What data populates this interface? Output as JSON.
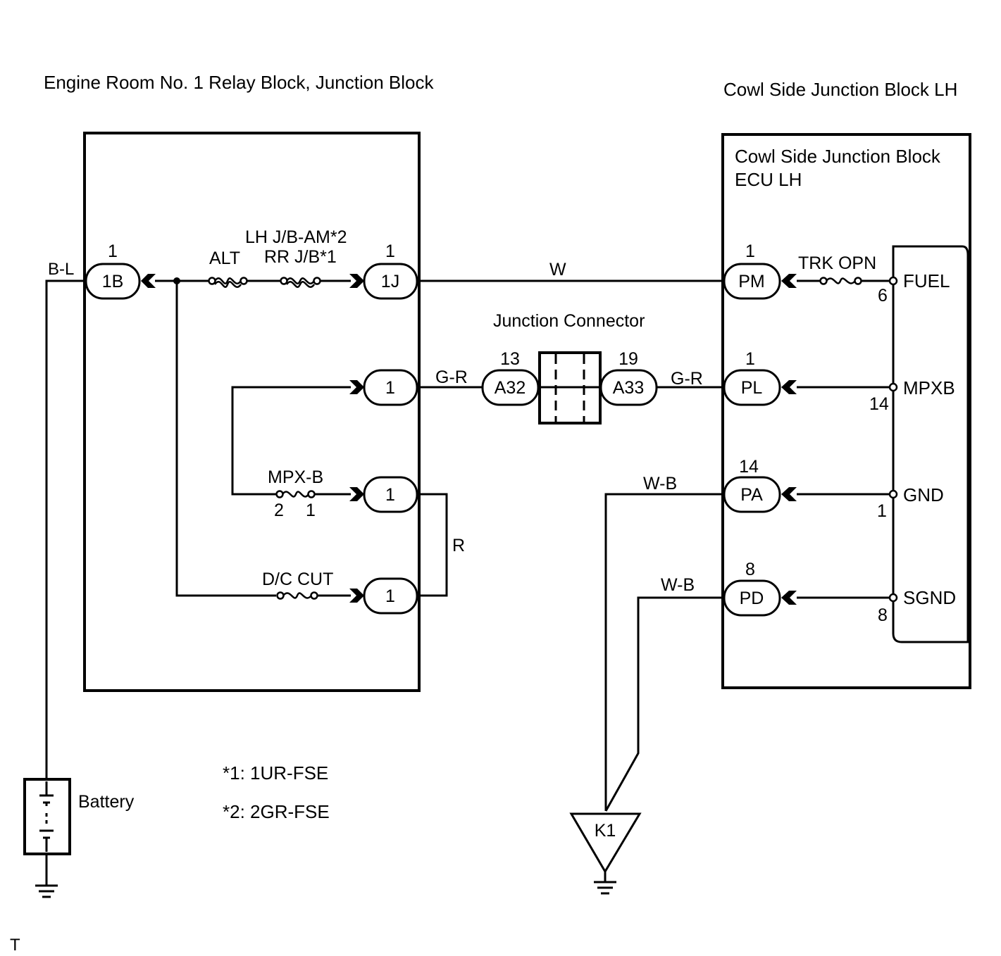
{
  "titles": {
    "left_block": "Engine Room No. 1 Relay Block, Junction Block",
    "right_block": "Cowl Side Junction Block LH",
    "ecu_line1": "Cowl Side Junction Block",
    "ecu_line2": "ECU LH",
    "junction_connector": "Junction Connector"
  },
  "connectors": {
    "c1b": {
      "label": "1B",
      "pin": "1"
    },
    "c1j": {
      "label": "1J",
      "pin": "1"
    },
    "c_row2": {
      "label": "1"
    },
    "c_row3": {
      "label": "1"
    },
    "c_row4": {
      "label": "1"
    },
    "a32": {
      "label": "A32",
      "pin": "13"
    },
    "a33": {
      "label": "A33",
      "pin": "19"
    },
    "pm": {
      "label": "PM",
      "pin": "1"
    },
    "pl": {
      "label": "PL",
      "pin": "1"
    },
    "pa": {
      "label": "PA",
      "pin": "14"
    },
    "pd": {
      "label": "PD",
      "pin": "8"
    }
  },
  "fuses": {
    "alt": "ALT",
    "lh_jb_am": "LH J/B-AM*2",
    "rr_jb": "RR J/B*1",
    "mpx_b": "MPX-B",
    "mpx_b_pin2": "2",
    "mpx_b_pin1": "1",
    "dc_cut": "D/C CUT",
    "trk_opn": "TRK OPN"
  },
  "wires": {
    "b_l": "B-L",
    "w": "W",
    "g_r_left": "G-R",
    "g_r_right": "G-R",
    "r": "R",
    "w_b_upper": "W-B",
    "w_b_lower": "W-B"
  },
  "ecu_terminals": [
    {
      "name": "FUEL",
      "pin": "6"
    },
    {
      "name": "MPXB",
      "pin": "14"
    },
    {
      "name": "GND",
      "pin": "1"
    },
    {
      "name": "SGND",
      "pin": "8"
    }
  ],
  "battery": "Battery",
  "ground_point": "K1",
  "notes": [
    "*1: 1UR-FSE",
    "*2: 2GR-FSE"
  ],
  "corner_mark": "T"
}
